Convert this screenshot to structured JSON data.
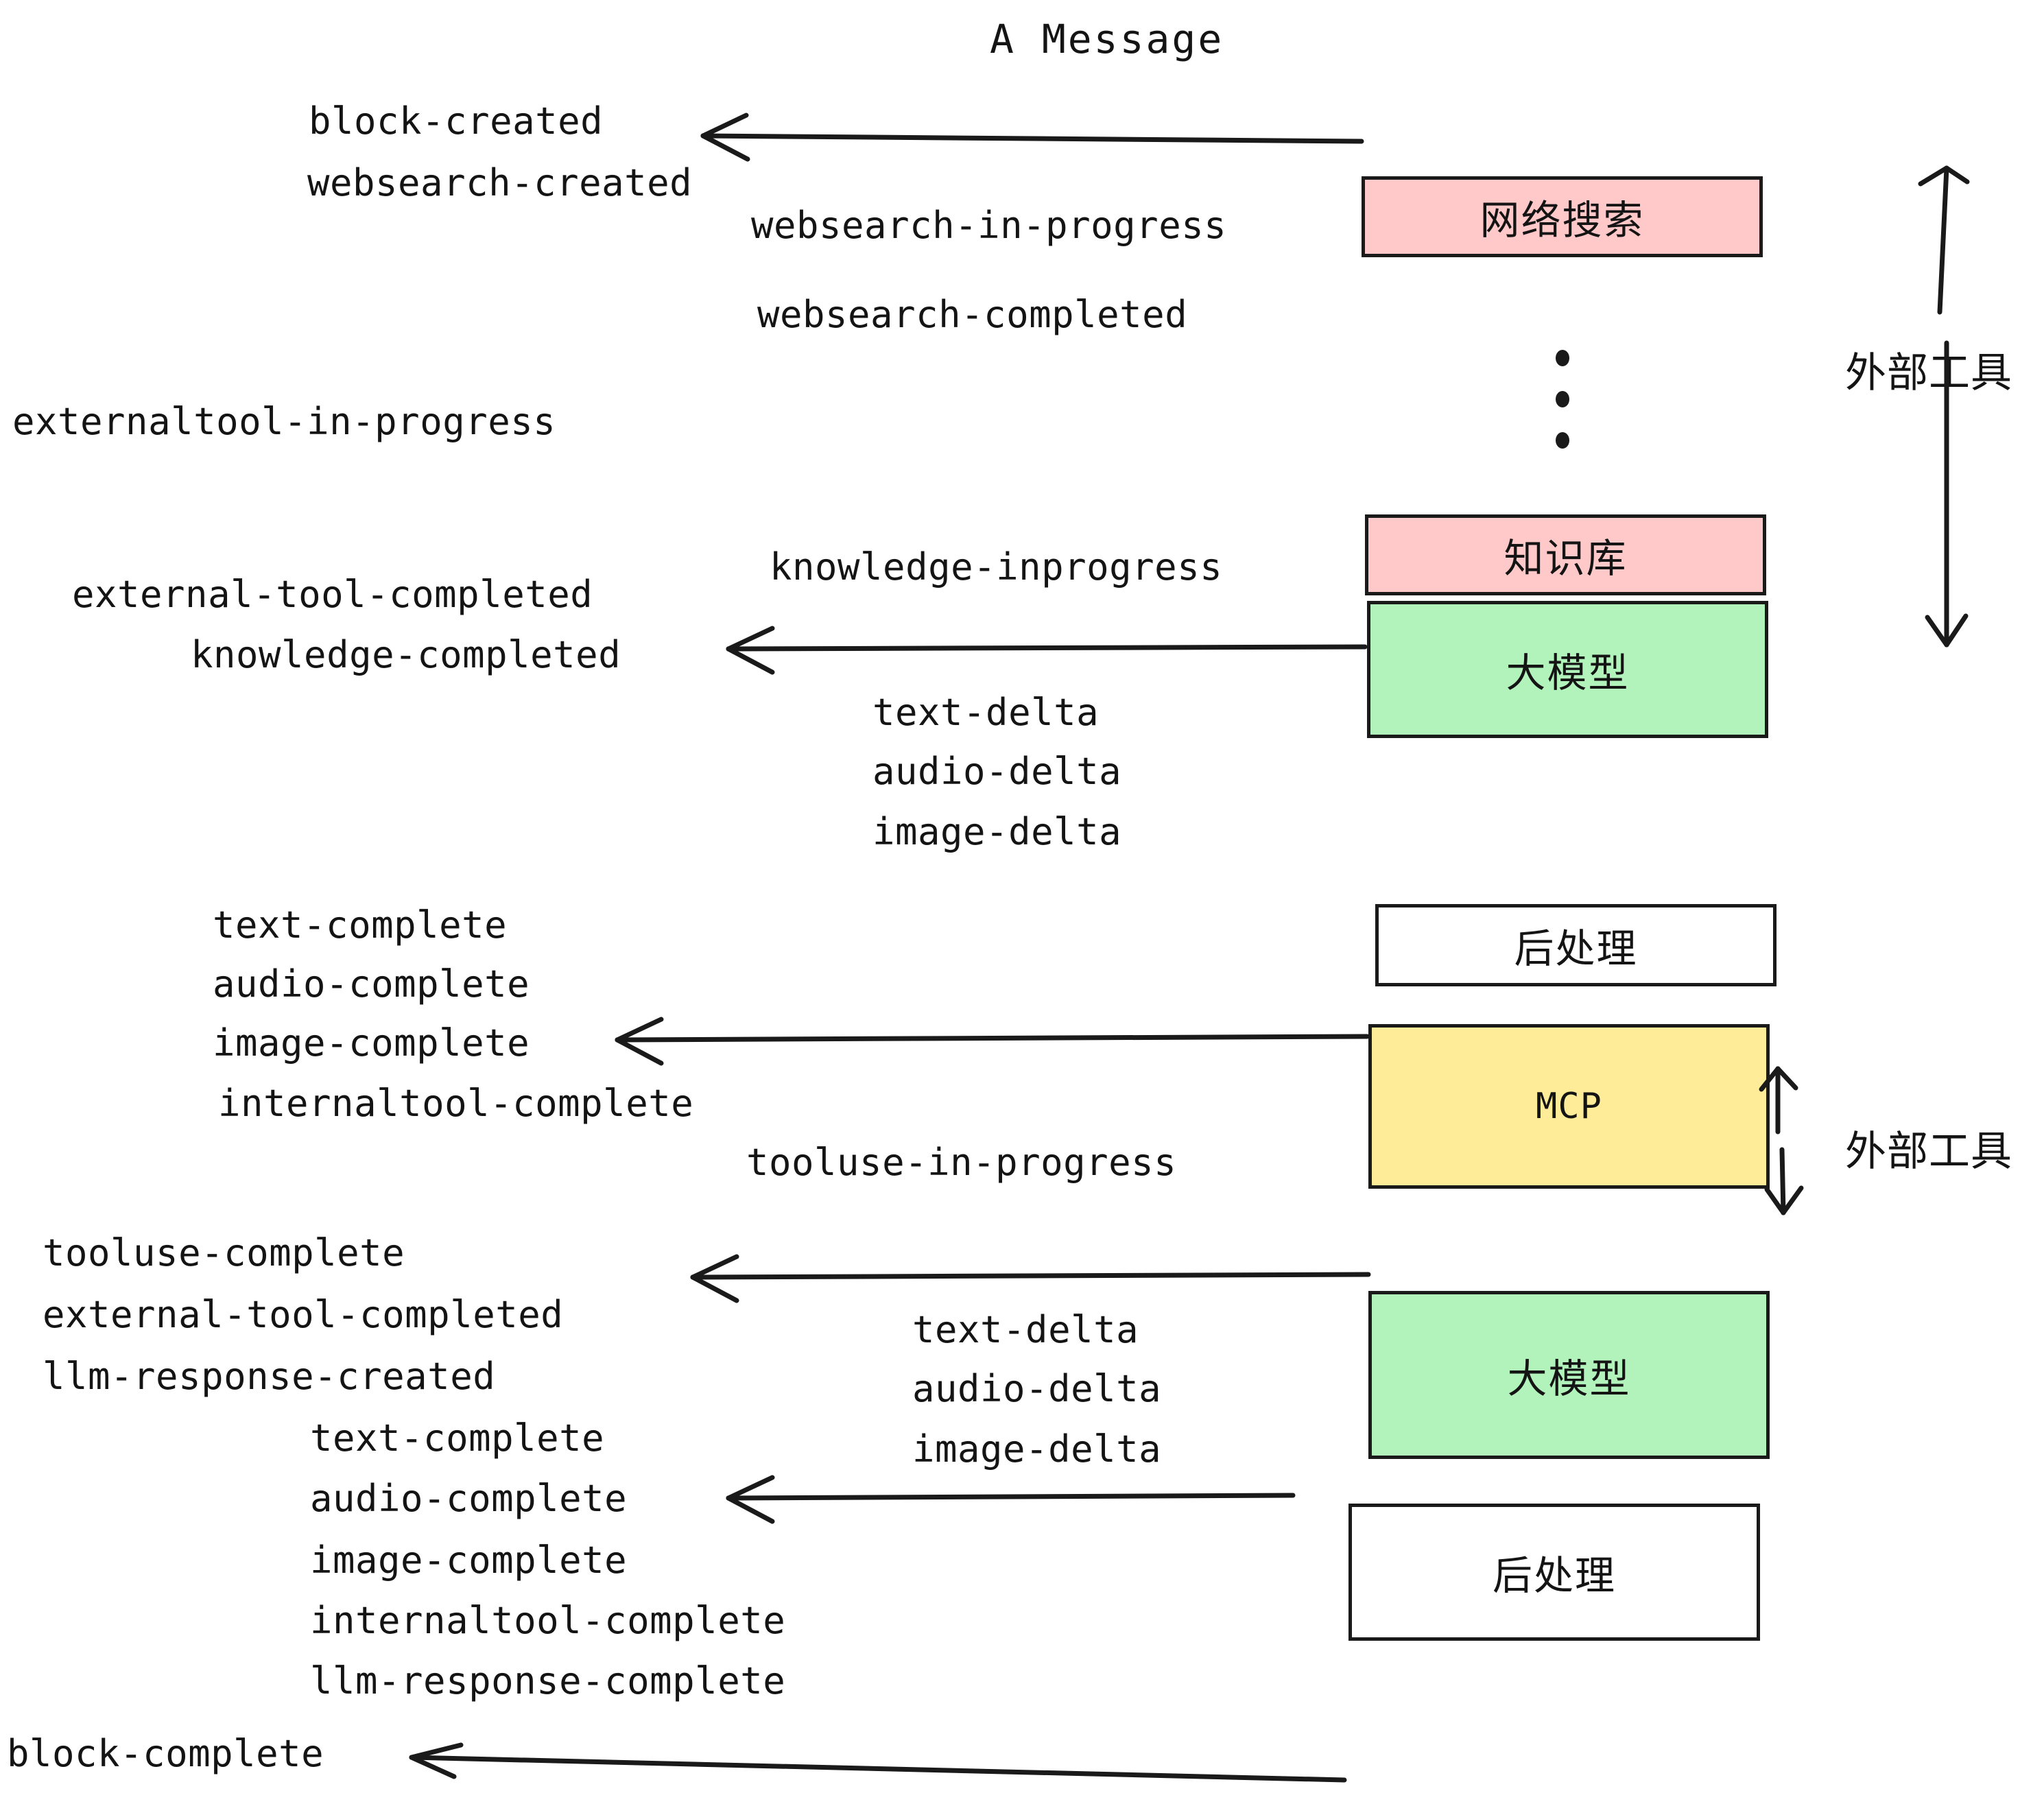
{
  "title": "A Message",
  "boxes": [
    {
      "label": "网络搜索",
      "color": "#FFC9C9",
      "kind": "cjk"
    },
    {
      "label": "知识库",
      "color": "#FFC9C9",
      "kind": "cjk"
    },
    {
      "label": "大模型",
      "color": "#B2F2BB",
      "kind": "cjk"
    },
    {
      "label": "后处理",
      "color": "#FFFFFF",
      "kind": "cjk"
    },
    {
      "label": "MCP",
      "color": "#FFEC99",
      "kind": "latin"
    },
    {
      "label": "大模型",
      "color": "#B2F2BB",
      "kind": "cjk"
    },
    {
      "label": "后处理",
      "color": "#FFFFFF",
      "kind": "cjk"
    }
  ],
  "events": {
    "block_created": "block-created",
    "websearch_created": "websearch-created",
    "websearch_in_progress": "websearch-in-progress",
    "websearch_completed": "websearch-completed",
    "externaltool_in_progress": "externaltool-in-progress",
    "knowledge_inprogress": "knowledge-inprogress",
    "external_tool_completed_1": "external-tool-completed",
    "knowledge_completed": "knowledge-completed",
    "text_delta_1": "text-delta",
    "audio_delta_1": "audio-delta",
    "image_delta_1": "image-delta",
    "text_complete_1": "text-complete",
    "audio_complete_1": "audio-complete",
    "image_complete_1": "image-complete",
    "internaltool_complete_1": "internaltool-complete",
    "tooluse_in_progress": "tooluse-in-progress",
    "tooluse_complete": "tooluse-complete",
    "external_tool_completed_2": "external-tool-completed",
    "llm_response_created": "llm-response-created",
    "text_delta_2": "text-delta",
    "audio_delta_2": "audio-delta",
    "image_delta_2": "image-delta",
    "text_complete_2": "text-complete",
    "audio_complete_2": "audio-complete",
    "image_complete_2": "image-complete",
    "internaltool_complete_2": "internaltool-complete",
    "llm_response_complete": "llm-response-complete",
    "block_complete": "block-complete"
  },
  "side_labels": {
    "external_tool_top": "外部工具",
    "external_tool_bottom": "外部工具"
  },
  "colors": {
    "pink": "#FFC9C9",
    "green": "#B2F2BB",
    "yellow": "#FFEC99",
    "white": "#FFFFFF",
    "stroke": "#1a1a1a",
    "text": "#141414",
    "background": "#FFFFFF"
  }
}
